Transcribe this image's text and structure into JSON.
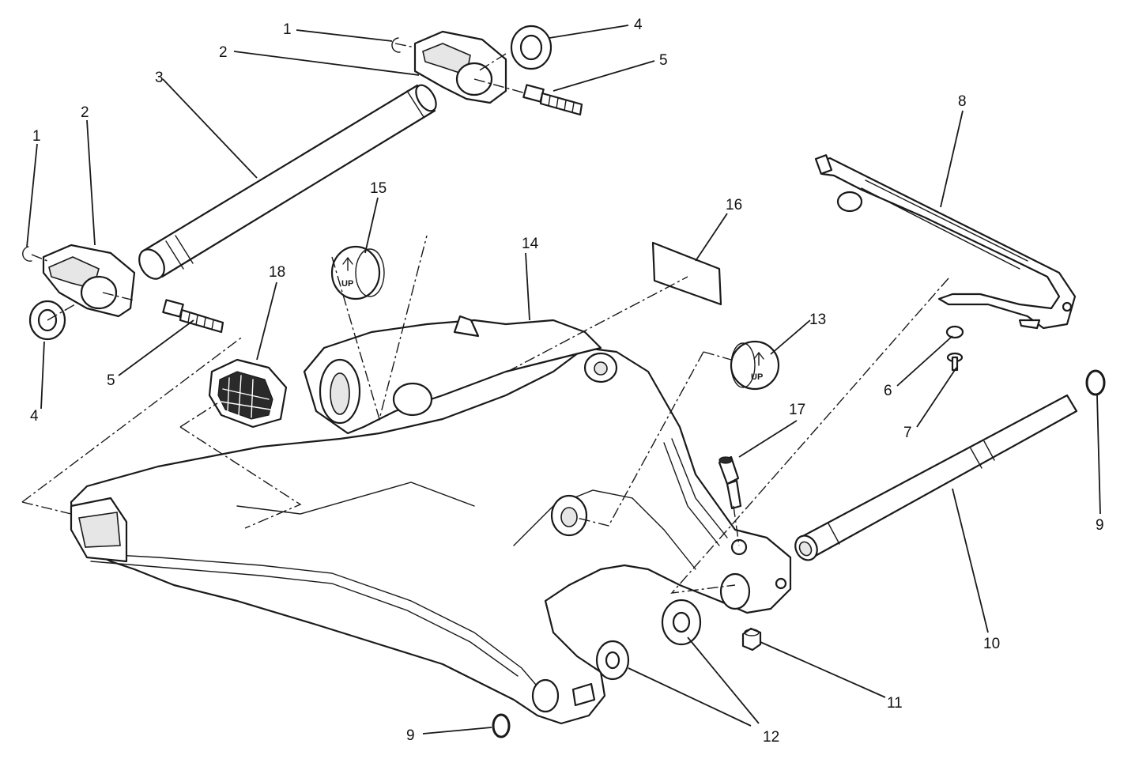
{
  "callouts": {
    "c1a": "1",
    "c1b": "1",
    "c2a": "2",
    "c2b": "2",
    "c3": "3",
    "c4a": "4",
    "c4b": "4",
    "c5a": "5",
    "c5b": "5",
    "c6": "6",
    "c7": "7",
    "c8": "8",
    "c9a": "9",
    "c9b": "9",
    "c10": "10",
    "c11": "11",
    "c12": "12",
    "c13": "13",
    "c14": "14",
    "c15": "15",
    "c16": "16",
    "c17": "17",
    "c18": "18"
  },
  "caps": {
    "up_a": "UP",
    "up_b": "UP"
  }
}
